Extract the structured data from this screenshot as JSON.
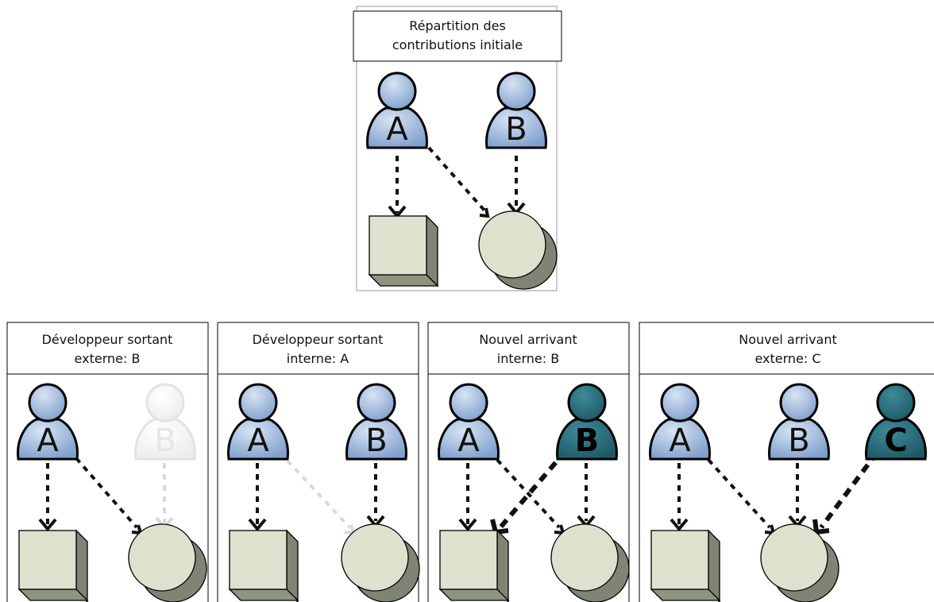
{
  "top_panel": {
    "title_lines": [
      "Répartition des",
      "contributions initiale"
    ],
    "people": [
      {
        "letter": "A",
        "state": "normal"
      },
      {
        "letter": "B",
        "state": "normal"
      }
    ]
  },
  "panels": [
    {
      "title_lines": [
        "Développeur sortant",
        "externe: B"
      ],
      "people": [
        {
          "letter": "A",
          "state": "normal"
        },
        {
          "letter": "B",
          "state": "faded"
        }
      ]
    },
    {
      "title_lines": [
        "Développeur sortant",
        "interne: A"
      ],
      "people": [
        {
          "letter": "A",
          "state": "normal"
        },
        {
          "letter": "B",
          "state": "normal"
        }
      ]
    },
    {
      "title_lines": [
        "Nouvel arrivant",
        "interne: B"
      ],
      "people": [
        {
          "letter": "A",
          "state": "normal"
        },
        {
          "letter": "B",
          "state": "highlight"
        }
      ]
    },
    {
      "title_lines": [
        "Nouvel arrivant",
        "externe: C"
      ],
      "people": [
        {
          "letter": "A",
          "state": "normal"
        },
        {
          "letter": "B",
          "state": "normal"
        },
        {
          "letter": "C",
          "state": "highlight"
        }
      ]
    }
  ],
  "colors": {
    "person_normal": "#9fb9dc",
    "person_highlight": "#2a6f7d",
    "person_faded": "#f2f2f2",
    "module_face": "#dde2cf",
    "module_shadow": "#7f8474",
    "arrow": "#111111",
    "arrow_faded": "#d9d9d9"
  }
}
